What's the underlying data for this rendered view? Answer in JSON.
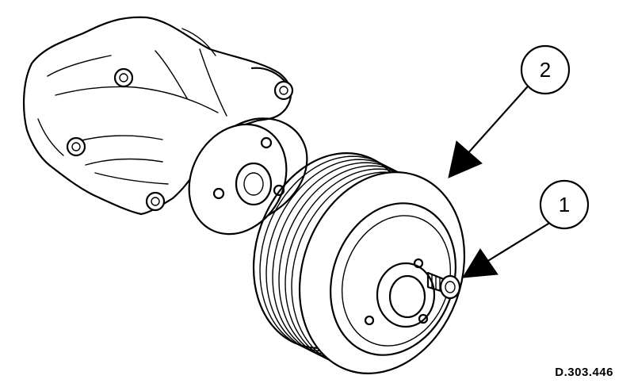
{
  "callouts": [
    {
      "label": "1",
      "target": "bolt"
    },
    {
      "label": "2",
      "target": "pulley"
    }
  ],
  "reference_code": "D.303.446",
  "colors": {
    "line": "#000000",
    "background": "#ffffff"
  }
}
